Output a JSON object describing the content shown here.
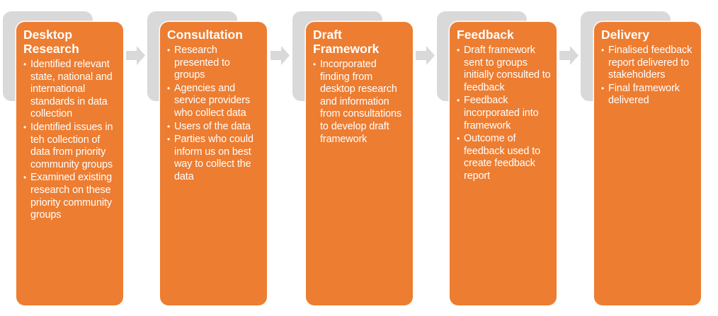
{
  "diagram": {
    "type": "process-flow",
    "colors": {
      "card": "#ed7d31",
      "back_tile": "#d9d9d9",
      "arrow": "#d9d9d9",
      "text": "#ffffff"
    },
    "steps": [
      {
        "title": "Desktop Research",
        "bullets": [
          "Identified relevant state, national and international standards in data collection",
          "Identified issues in teh collection of data from priority community groups",
          "Examined existing research on these priority community groups"
        ]
      },
      {
        "title": "Consultation",
        "bullets": [
          "Research presented to groups",
          "Agencies and service providers who collect data",
          "Users of the data",
          "Parties who could inform us on best way to collect the data"
        ]
      },
      {
        "title": "Draft Framework",
        "bullets": [
          "Incorporated finding from desktop research and information from consultations to develop draft framework"
        ]
      },
      {
        "title": "Feedback",
        "bullets": [
          "Draft framework sent to groups initially consulted to feedback",
          "Feedback incorporated into framework",
          "Outcome of feedback used to create feedback report"
        ]
      },
      {
        "title": "Delivery",
        "bullets": [
          "Finalised feedback report delivered to stakeholders",
          "Final framework delivered"
        ]
      }
    ],
    "arrows": [
      "right-arrow",
      "right-arrow",
      "right-arrow",
      "right-arrow"
    ]
  }
}
